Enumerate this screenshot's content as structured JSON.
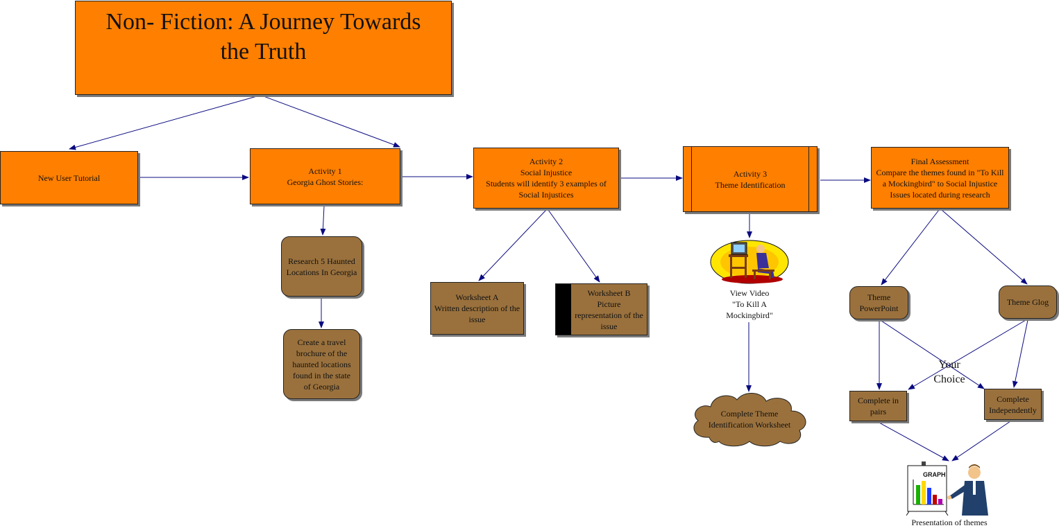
{
  "title": "Non- Fiction: A Journey Towards the Truth",
  "nodes": {
    "tutorial": "New User Tutorial",
    "activity1": "Activity 1\nGeorgia Ghost Stories:",
    "activity2": "Activity 2\nSocial Injustice\nStudents will identify 3 examples of\nSocial Injustices",
    "activity3": "Activity 3\nTheme Identification",
    "final": "Final Assessment\nCompare the themes found in \"To Kill\na Mockingbird\" to Social Injustice\nIssues located during research",
    "research": "Research 5 Haunted\nLocations In Georgia",
    "brochure": "Create a travel\nbrochure of the\nhaunted locations\nfound in the state\nof Georgia",
    "worksheet_a": "Worksheet A\nWritten description of the\nissue",
    "worksheet_b": "Worksheet B\nPicture\nrepresentation of the\nissue",
    "view_video": "View Video\n\"To Kill A\nMockingbird\"",
    "complete_theme": "Complete Theme\nIdentification Worksheet",
    "theme_powerpoint": "Theme\nPowerPoint",
    "theme_glog": "Theme Glog",
    "your_choice": "Your\nChoice",
    "complete_pairs": "Complete in\npairs",
    "complete_independently": "Complete\nIndependently",
    "presentation": "Presentation of themes"
  },
  "icons": {
    "video": "person-watching-tv-icon",
    "presentation": "presenter-with-graph-icon",
    "graph_label": "GRAPH"
  },
  "colors": {
    "orange": "#ff7f00",
    "brown": "#9a713d",
    "arrow": "#0b0b80"
  }
}
